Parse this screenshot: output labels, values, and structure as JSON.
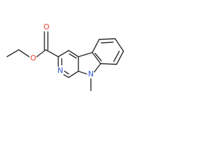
{
  "colors": {
    "bond": "#2b2b2b",
    "oxygen": "#e8412a",
    "nitrogen": "#2f57d6",
    "background": "#ffffff"
  },
  "atoms": {
    "ester_o1": "O",
    "carbonyl_o": "O",
    "pyridine_n": "N",
    "indole_n": "N"
  }
}
